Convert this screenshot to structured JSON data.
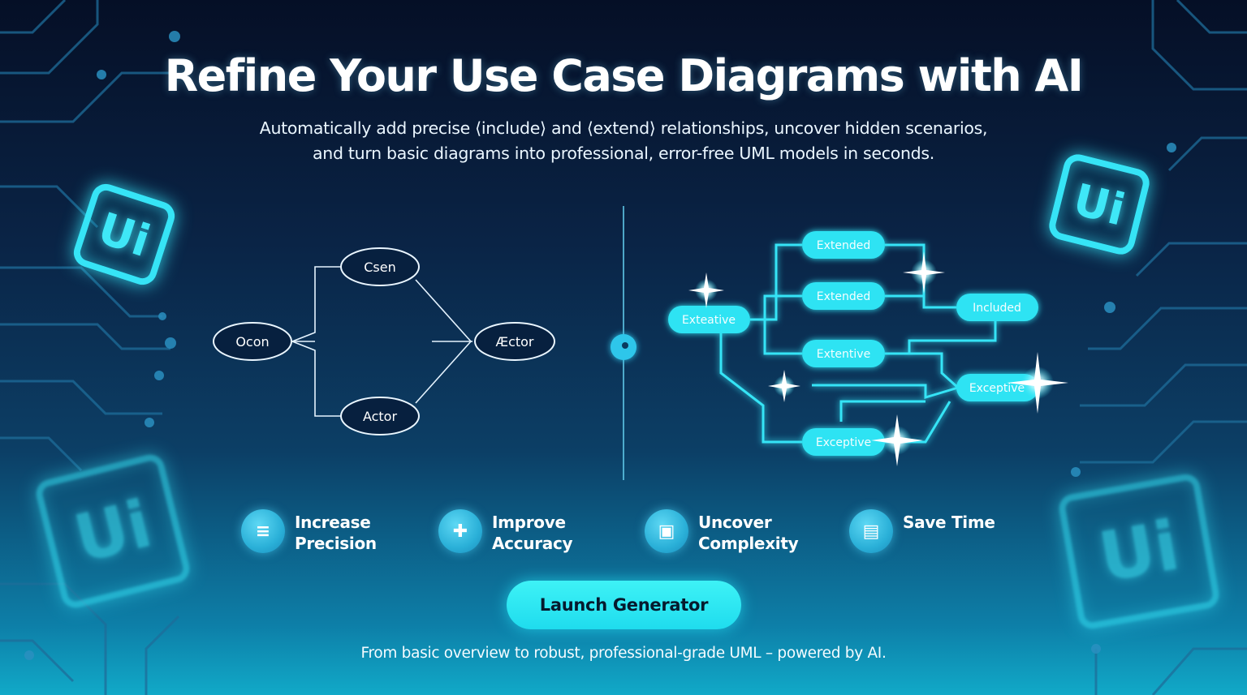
{
  "hero": {
    "title": "Refine Your Use Case Diagrams with AI",
    "subtitle_line1": "Automatically add precise ⟨include⟩ and ⟨extend⟩ relationships, uncover hidden scenarios,",
    "subtitle_line2": "and turn basic diagrams into professional, error-free UML models in seconds."
  },
  "basic_diagram": {
    "nodes": [
      "Ocon",
      "Csen",
      "Actor",
      "Æctor"
    ]
  },
  "refined_diagram": {
    "nodes": [
      "Extended",
      "Extended",
      "Exteative",
      "Included",
      "Extentive",
      "Exceptive",
      "Exceptive"
    ]
  },
  "features": [
    {
      "label_line1": "Increase",
      "label_line2": "Precision",
      "icon": "precision-icon"
    },
    {
      "label_line1": "Improve",
      "label_line2": "Accuracy",
      "icon": "accuracy-icon"
    },
    {
      "label_line1": "Uncover",
      "label_line2": "Complexity",
      "icon": "complexity-icon"
    },
    {
      "label_line1": "Save Time",
      "label_line2": "",
      "icon": "save-time-icon"
    }
  ],
  "cta": {
    "label": "Launch Generator"
  },
  "footer": {
    "text": "From basic overview to robust, professional-grade UML – powered by AI."
  },
  "decor": {
    "tile_text": "Ui"
  },
  "colors": {
    "accent": "#36e4f6",
    "button": "#1fdcee",
    "bg_top": "#050f26",
    "bg_bottom": "#11a9c8"
  }
}
